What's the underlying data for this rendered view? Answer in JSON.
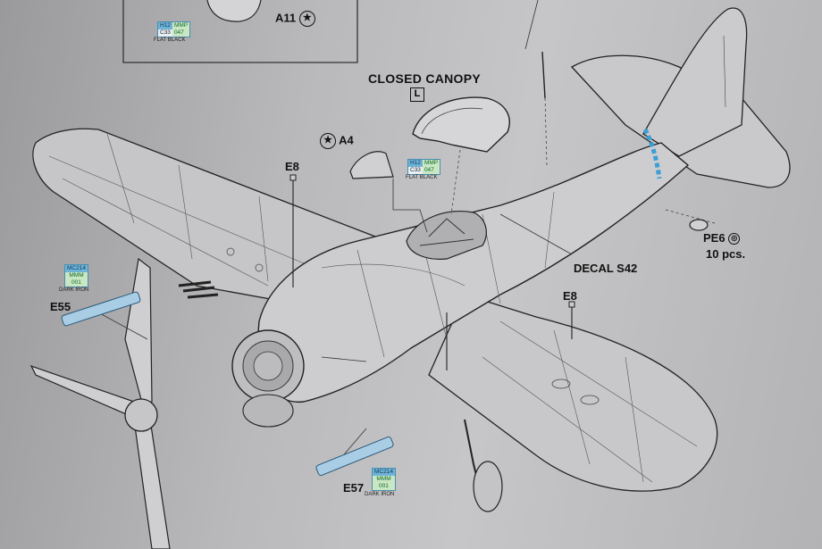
{
  "labels": {
    "a11": "A11",
    "closed_canopy": "CLOSED CANOPY",
    "canopy_option": "L",
    "a4": "A4",
    "e8_top": "E8",
    "e8_bottom": "E8",
    "pe6": "PE6",
    "pe6_qty": "10 pcs.",
    "decal": "DECAL S42",
    "e55": "E55",
    "e57": "E57"
  },
  "symbols": {
    "star": "★",
    "target": "◎"
  },
  "color_callouts": {
    "a11": {
      "gunze_h": "H12",
      "brand_mmp": "MMP",
      "gunze_c": "C33",
      "mmp_code": "047",
      "name": "FLAT BLACK"
    },
    "a4": {
      "gunze_h": "H12",
      "brand_mmp": "MMP",
      "gunze_c": "C33",
      "mmp_code": "047",
      "name": "FLAT BLACK"
    },
    "e55": {
      "mc": "MC214",
      "brand_mmm": "MMM",
      "mmm_code": "001",
      "name": "DARK IRON"
    },
    "e57": {
      "mc": "MC214",
      "brand_mmm": "MMM",
      "mmm_code": "001",
      "name": "DARK IRON"
    }
  },
  "colors": {
    "paper": "#c0c0c2",
    "line": "#2b2b2b",
    "callout_blue": "#6fb3d6",
    "callout_green": "#c9e7c3",
    "stripe_blue": "#3a9fd6",
    "part_blue": "#a9cde4"
  }
}
